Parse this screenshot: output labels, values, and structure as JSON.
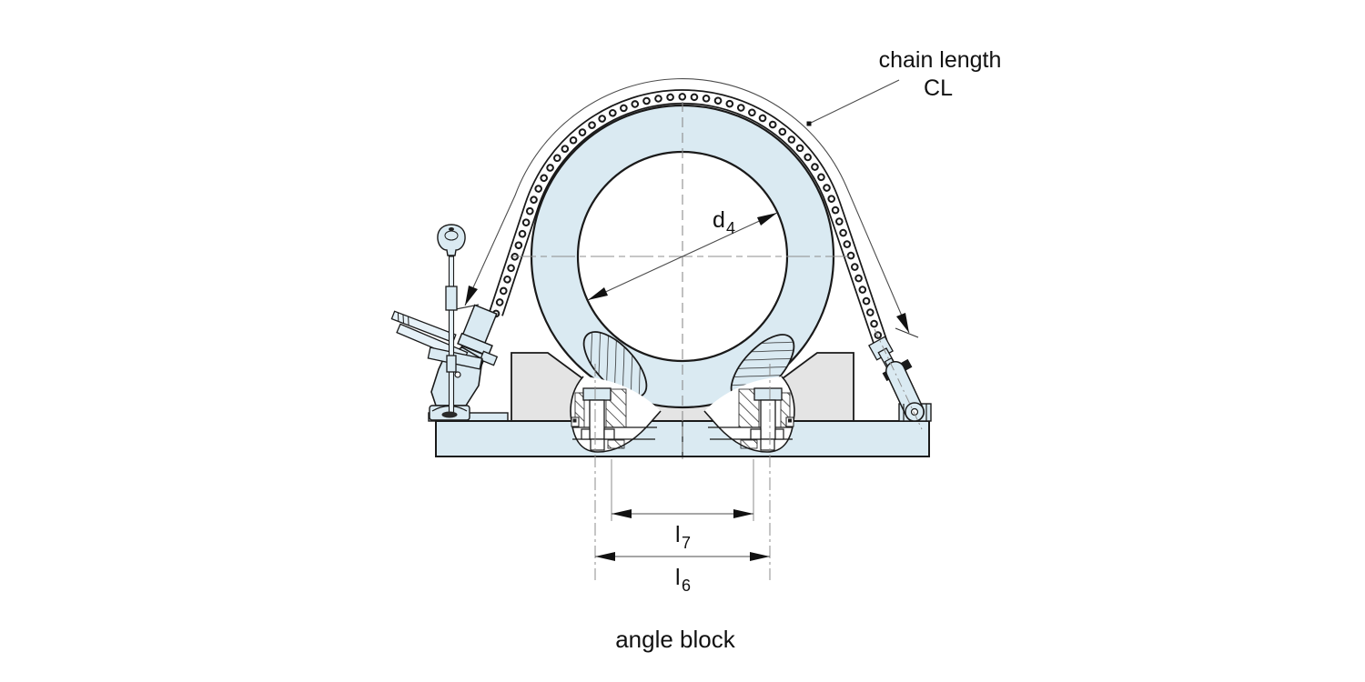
{
  "diagram": {
    "caption": "angle block",
    "callouts": {
      "chain_length": {
        "line1": "chain length",
        "line2": "CL"
      }
    },
    "dimensions": {
      "d4": {
        "symbol": "d",
        "subscript": "4"
      },
      "l7": {
        "symbol": "l",
        "subscript": "7"
      },
      "l6": {
        "symbol": "l",
        "subscript": "6"
      }
    },
    "colors": {
      "part_fill": "#daeaf2",
      "block_fill": "#e4e4e4",
      "outline": "#1a1a1a",
      "dim_line": "#4d4d4d",
      "centerline": "#8c8c8c",
      "background": "#ffffff"
    }
  }
}
